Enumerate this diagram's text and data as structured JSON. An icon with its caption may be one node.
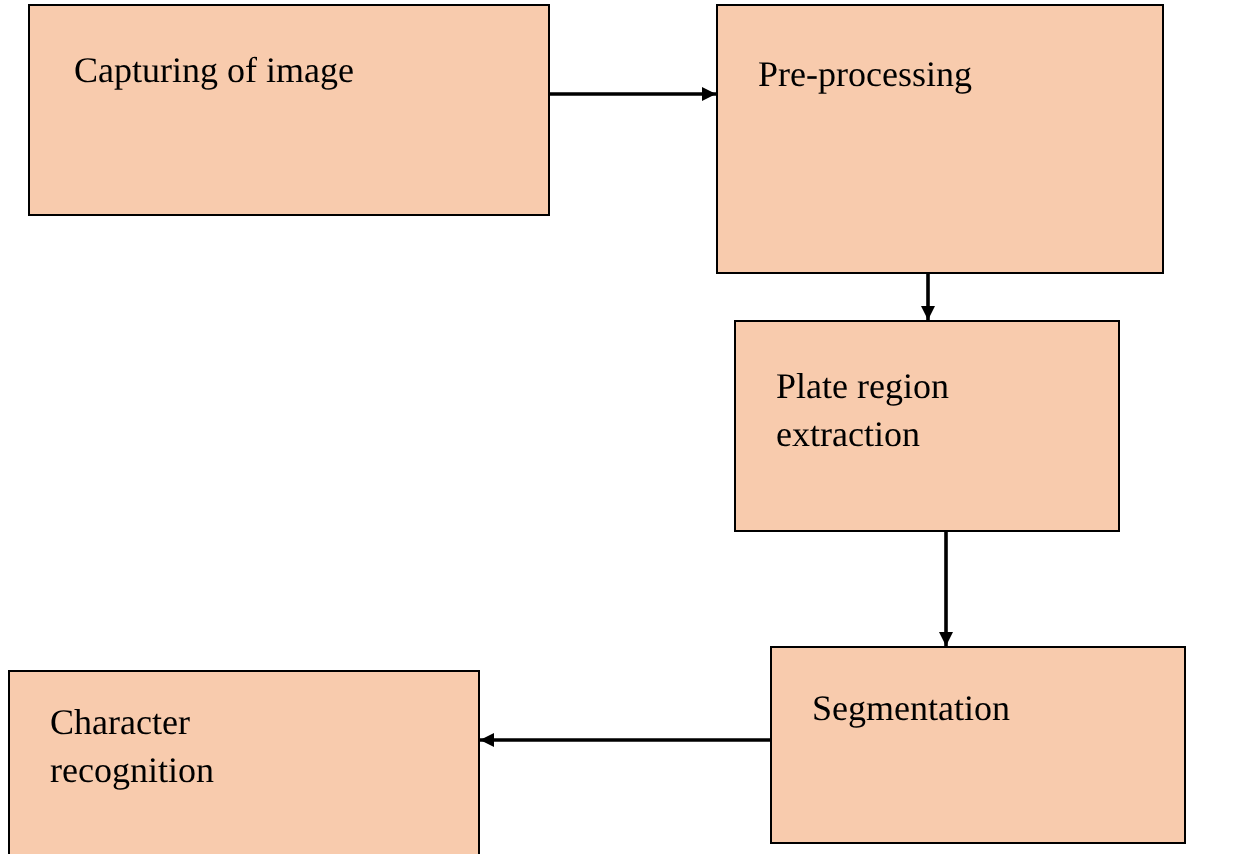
{
  "diagram": {
    "nodes": [
      {
        "text": [
          "Capturing of image"
        ]
      },
      {
        "text": [
          "Pre-processing"
        ]
      },
      {
        "text": [
          "Plate region extraction"
        ]
      },
      {
        "text": [
          "Segmentation"
        ]
      },
      {
        "text": [
          "Character recognition"
        ]
      }
    ],
    "edges": [
      {
        "from": 0,
        "to": 1,
        "arrow": "to"
      },
      {
        "from": 1,
        "to": 2,
        "arrow": "to"
      },
      {
        "from": 2,
        "to": 3,
        "arrow": "to"
      },
      {
        "from": 3,
        "to": 4,
        "arrow": "to"
      }
    ]
  }
}
